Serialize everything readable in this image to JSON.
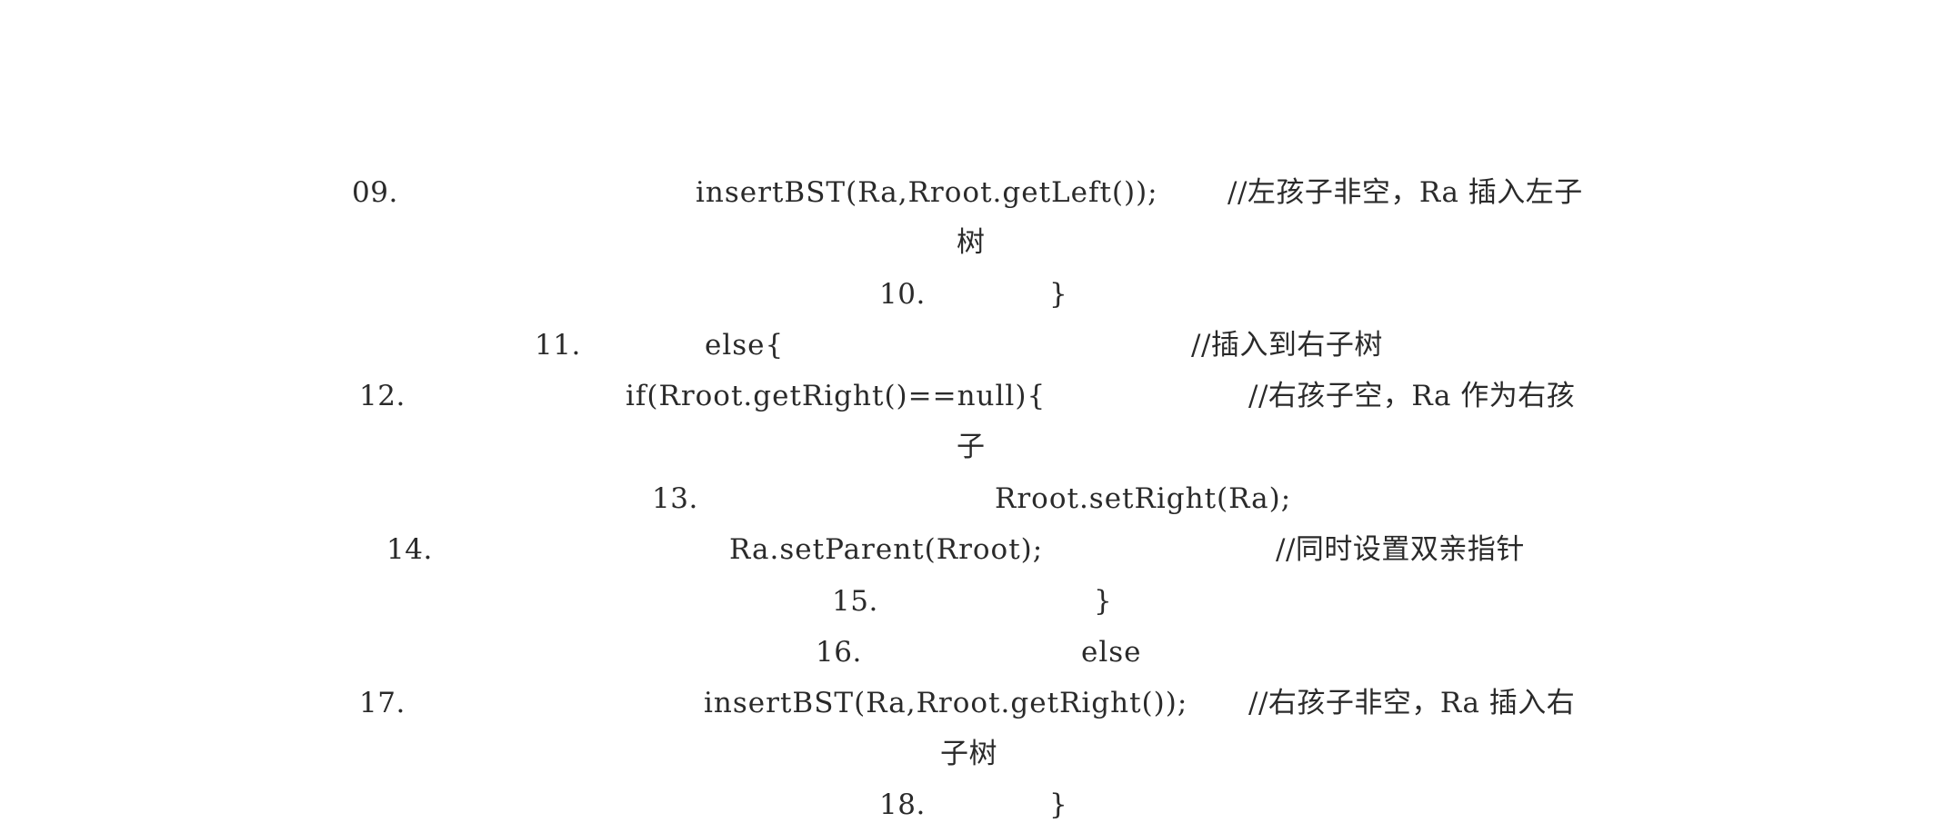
{
  "lines": [
    {
      "num": "09.",
      "code": "insertBST(Ra,Rroot.getLeft());",
      "comment": "//左孩子非空，Ra 插入左子",
      "wrap": "树"
    },
    {
      "num": "10.",
      "code": "}"
    },
    {
      "num": "11.",
      "code": "else{",
      "comment": "//插入到右子树"
    },
    {
      "num": "12.",
      "code": "if(Rroot.getRight()==null){",
      "comment": "//右孩子空，Ra 作为右孩",
      "wrap": "子"
    },
    {
      "num": "13.",
      "code": "Rroot.setRight(Ra);"
    },
    {
      "num": "14.",
      "code": "Ra.setParent(Rroot);",
      "comment": "//同时设置双亲指针"
    },
    {
      "num": "15.",
      "code": "}"
    },
    {
      "num": "16.",
      "code": "else"
    },
    {
      "num": "17.",
      "code": "insertBST(Ra,Rroot.getRight());",
      "comment": "//右孩子非空，Ra 插入右",
      "wrap": "子树"
    },
    {
      "num": "18.",
      "code": "}"
    }
  ]
}
